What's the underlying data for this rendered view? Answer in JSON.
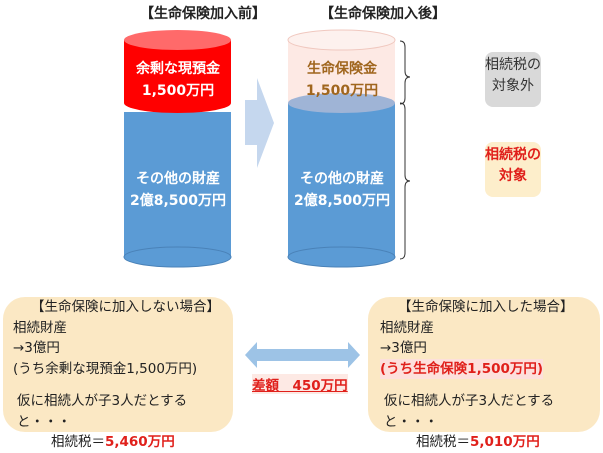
{
  "before": {
    "title": "【生命保険加入前】",
    "top_label": "余剰な現預金",
    "top_amount": "1,500万円",
    "bottom_label": "その他の財産",
    "bottom_amount": "2億8,500万円"
  },
  "after": {
    "title": "【生命保険加入後】",
    "top_label": "生命保険金",
    "top_amount": "1,500万円",
    "bottom_label": "その他の財産",
    "bottom_amount": "2億8,500万円"
  },
  "labels": {
    "exempt": "相続税の対象外",
    "taxable": "相続税の対象"
  },
  "left_box": {
    "heading": "【生命保険に加入しない場合】",
    "line1": "相続財産",
    "line2": "→3億円",
    "line3": "(うち余剰な現預金1,500万円)",
    "line4": "仮に相続人が子3人だとすると・・・",
    "tax_label": "相続税＝",
    "tax_value": "5,460万円"
  },
  "right_box": {
    "heading": "【生命保険に加入した場合】",
    "line1": "相続財産",
    "line2": "→3億円",
    "line3": "(うち生命保険1,500万円)",
    "line4": "仮に相続人が子3人だとすると・・・",
    "tax_label": "相続税＝",
    "tax_value": "5,010万円"
  },
  "difference": "差額　450万円",
  "colors": {
    "red": "#ff0000",
    "blue": "#5b9bd5",
    "pink": "#fde9e4",
    "accent": "#e0201b",
    "box": "#fbe8c4"
  }
}
